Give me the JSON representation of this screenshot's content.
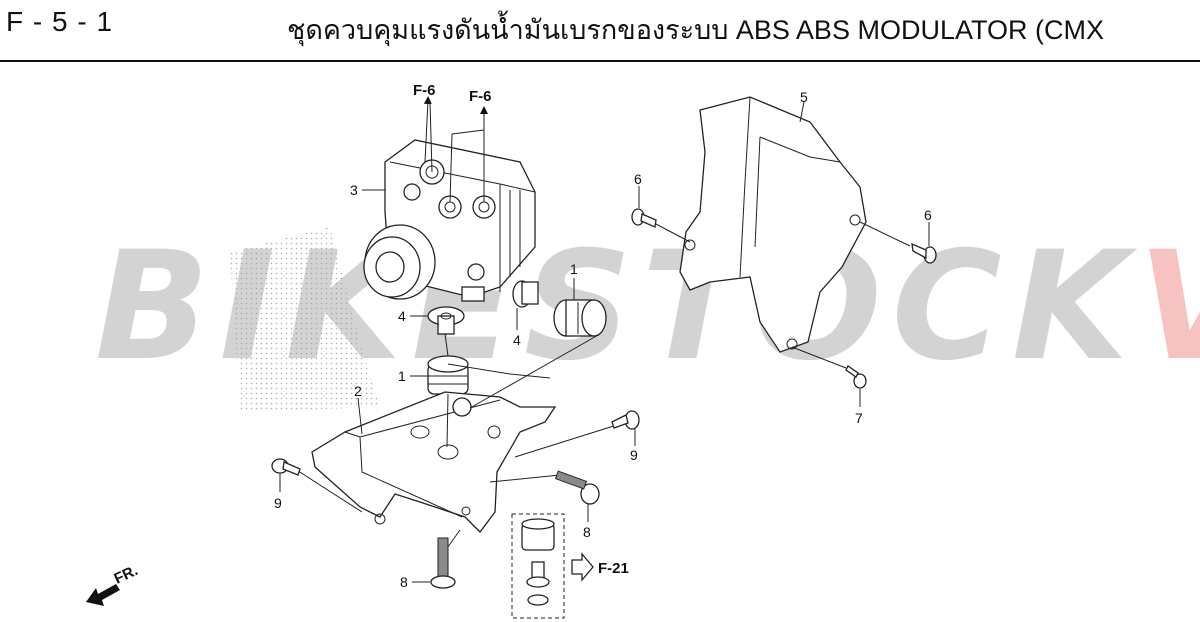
{
  "header": {
    "section_code": "F - 5 - 1",
    "title": "ชุดควบคุมแรงดันน้ำมันเบรกของระบบ ABS  ABS MODULATOR (CMX"
  },
  "watermark": {
    "part_a": "BIKESTOCK",
    "part_b": "VN",
    "color_a": "#969696",
    "color_b": "#eb7878"
  },
  "references": {
    "f6_left": "F-6",
    "f6_right": "F-6",
    "f21": "F-21",
    "front": "FR."
  },
  "callouts": {
    "c1_top": "1",
    "c1_mid": "1",
    "c2": "2",
    "c3": "3",
    "c4_left": "4",
    "c4_right": "4",
    "c5": "5",
    "c6_left": "6",
    "c6_right": "6",
    "c7": "7",
    "c8_right": "8",
    "c8_bottom": "8",
    "c9_left": "9",
    "c9_right": "9"
  }
}
